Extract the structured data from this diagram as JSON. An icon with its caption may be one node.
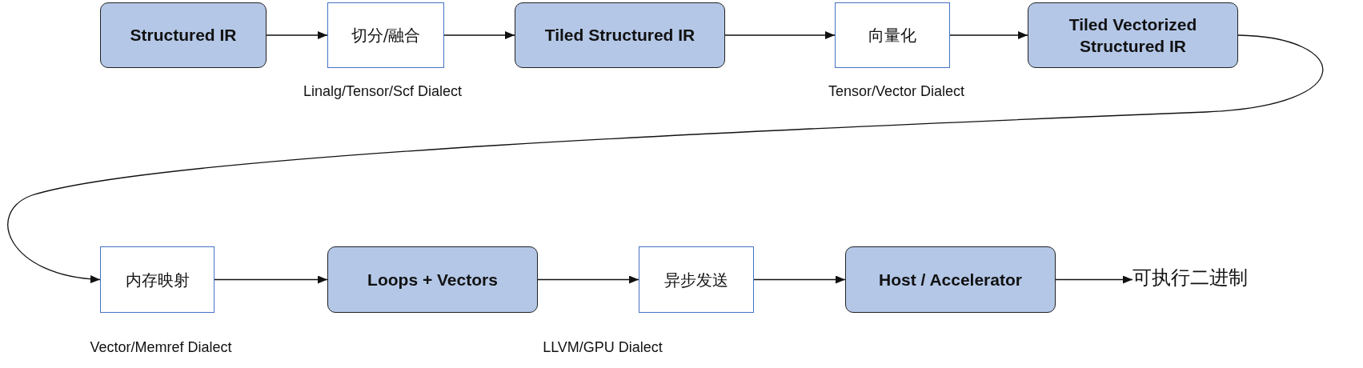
{
  "diagram": {
    "nodes": [
      {
        "text": [
          "Structured IR"
        ]
      },
      {
        "text": [
          "切分/融合"
        ],
        "beside": [
          "Linalg/Tensor/Scf Dialect"
        ]
      },
      {
        "text": [
          "Tiled Structured IR"
        ]
      },
      {
        "text": [
          "向量化"
        ],
        "beside": [
          "Tensor/Vector Dialect"
        ]
      },
      {
        "text": [
          "Tiled Vectorized Structured IR"
        ]
      },
      {
        "text": [
          "内存映射"
        ],
        "beside": [
          "Vector/Memref Dialect"
        ]
      },
      {
        "text": [
          "Loops + Vectors"
        ]
      },
      {
        "text": [
          "异步发送"
        ],
        "beside": [
          "LLVM/GPU Dialect"
        ]
      },
      {
        "text": [
          "Host / Accelerator"
        ]
      },
      {
        "text": [
          "可执行二进制"
        ]
      }
    ],
    "edges": [
      {
        "from": 0,
        "to": 1,
        "arrow": "to"
      },
      {
        "from": 1,
        "to": 2,
        "arrow": "to"
      },
      {
        "from": 2,
        "to": 3,
        "arrow": "to"
      },
      {
        "from": 3,
        "to": 4,
        "arrow": "to"
      },
      {
        "from": 4,
        "to": 5,
        "arrow": "to"
      },
      {
        "from": 5,
        "to": 6,
        "arrow": "to"
      },
      {
        "from": 6,
        "to": 7,
        "arrow": "to"
      },
      {
        "from": 7,
        "to": 8,
        "arrow": "to"
      },
      {
        "from": 8,
        "to": 9,
        "arrow": "to"
      }
    ]
  }
}
